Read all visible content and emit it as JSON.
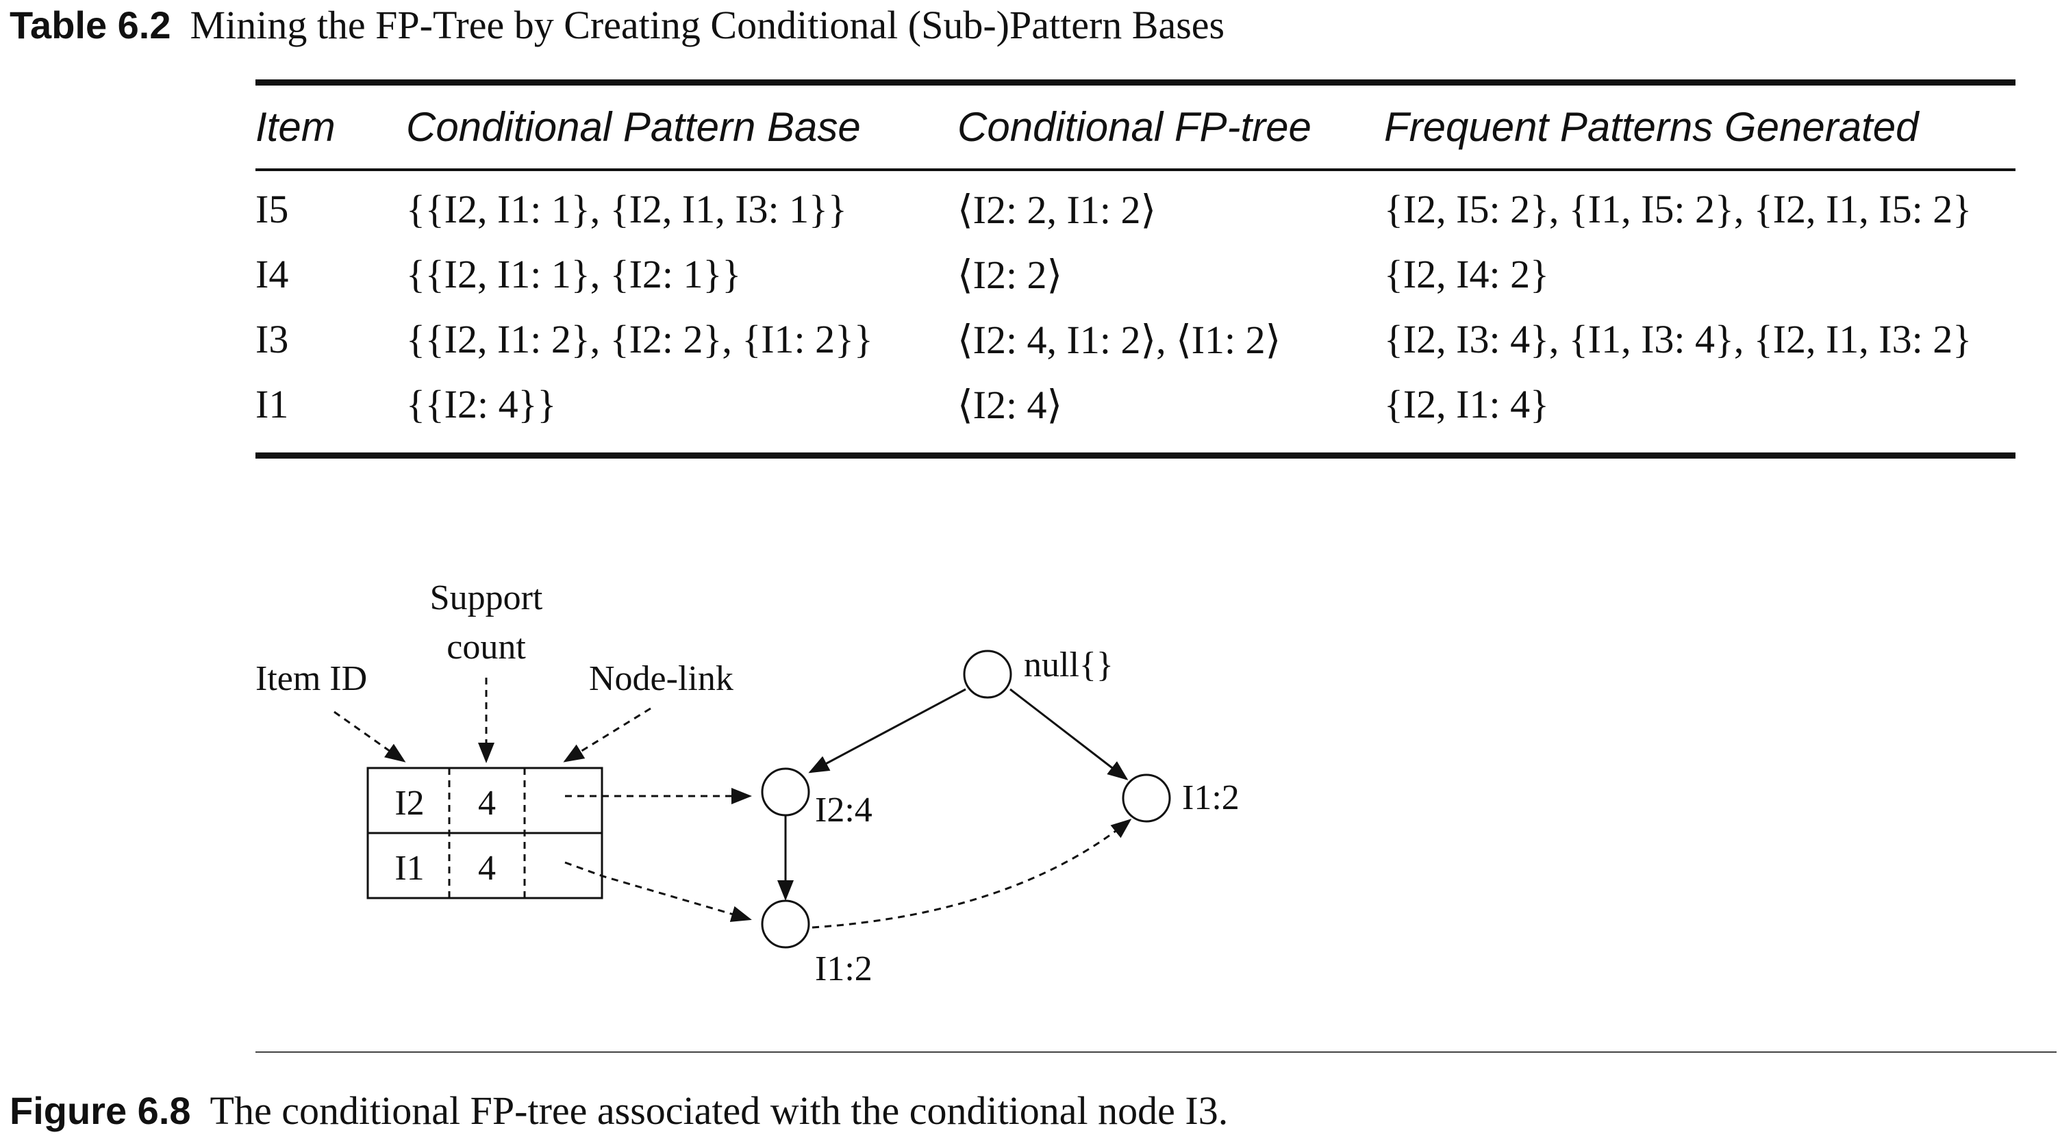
{
  "table_caption": {
    "label": "Table 6.2",
    "text": "Mining the FP-Tree by Creating Conditional (Sub-)Pattern Bases"
  },
  "table": {
    "headers": [
      "Item",
      "Conditional Pattern Base",
      "Conditional FP-tree",
      "Frequent Patterns Generated"
    ],
    "rows": [
      [
        "I5",
        "{{I2, I1: 1}, {I2, I1, I3: 1}}",
        "⟨I2: 2, I1: 2⟩",
        "{I2, I5: 2}, {I1, I5: 2}, {I2, I1, I5: 2}"
      ],
      [
        "I4",
        "{{I2, I1: 1}, {I2: 1}}",
        "⟨I2: 2⟩",
        "{I2, I4: 2}"
      ],
      [
        "I3",
        "{{I2, I1: 2}, {I2: 2}, {I1: 2}}",
        "⟨I2: 4, I1: 2⟩, ⟨I1: 2⟩",
        "{I2, I3: 4}, {I1, I3: 4}, {I2, I1, I3: 2}"
      ],
      [
        "I1",
        "{{I2: 4}}",
        "⟨I2: 4⟩",
        "{I2, I1: 4}"
      ]
    ]
  },
  "figure": {
    "legend": {
      "item_id": "Item ID",
      "support_line1": "Support",
      "support_line2": "count",
      "node_link": "Node-link"
    },
    "header_table": [
      {
        "item": "I2",
        "count": "4"
      },
      {
        "item": "I1",
        "count": "4"
      }
    ],
    "nodes": {
      "root": "null{}",
      "i2": "I2:4",
      "i1_left": "I1:2",
      "i1_right": "I1:2"
    }
  },
  "figure_caption": {
    "label": "Figure 6.8",
    "text": "The conditional FP-tree associated with the conditional node I3."
  }
}
